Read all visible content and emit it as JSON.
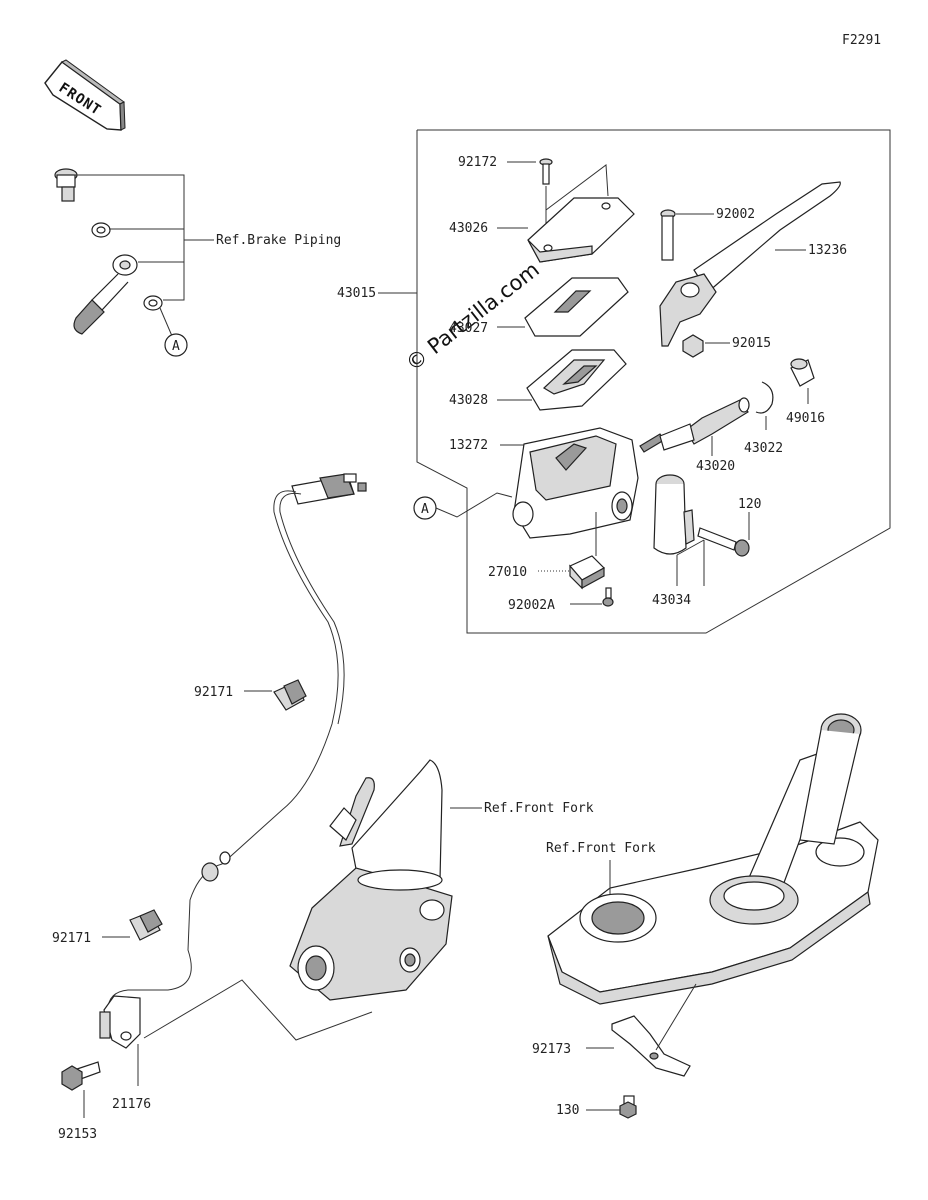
{
  "figure_code": "F2291",
  "front_arrow": "FRONT",
  "watermark": "© Partzilla.com",
  "reference_labels": {
    "brake_piping": "Ref.Brake Piping",
    "front_fork_left": "Ref.Front Fork",
    "front_fork_right": "Ref.Front Fork"
  },
  "callout_marker": "A",
  "part_numbers": {
    "p92172": "92172",
    "p92002": "92002",
    "p13236": "13236",
    "p43026": "43026",
    "p43015": "43015",
    "p43027": "43027",
    "p92015": "92015",
    "p49016": "49016",
    "p43028": "43028",
    "p43022": "43022",
    "p13272": "13272",
    "p43020": "43020",
    "p120": "120",
    "p27010": "27010",
    "p92002A": "92002A",
    "p43034": "43034",
    "p92171a": "92171",
    "p92171b": "92171",
    "p21176": "21176",
    "p92153": "92153",
    "p92173": "92173",
    "p130": "130"
  }
}
